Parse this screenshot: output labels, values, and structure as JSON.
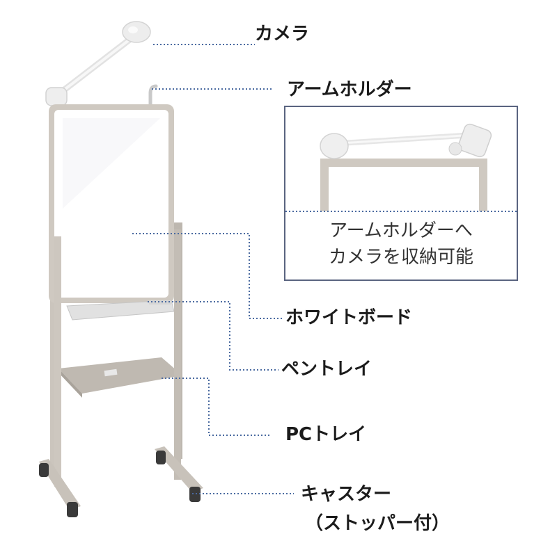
{
  "labels": {
    "camera": "カメラ",
    "arm_holder": "アームホルダー",
    "whiteboard": "ホワイトボード",
    "pen_tray": "ペントレイ",
    "pc_tray": "PCトレイ",
    "caster_line1": "キャスター",
    "caster_line2": "（ストッパー付）"
  },
  "detail": {
    "caption_line1": "アームホルダーへ",
    "caption_line2": "カメラを収納可能"
  },
  "colors": {
    "frame": "#cbc5bd",
    "frame_dark": "#a9a39b",
    "leader_line": "#4a6aa0",
    "box_border": "#5a6480",
    "caster": "#3a3a3a",
    "camera": "#f1f1f1"
  }
}
